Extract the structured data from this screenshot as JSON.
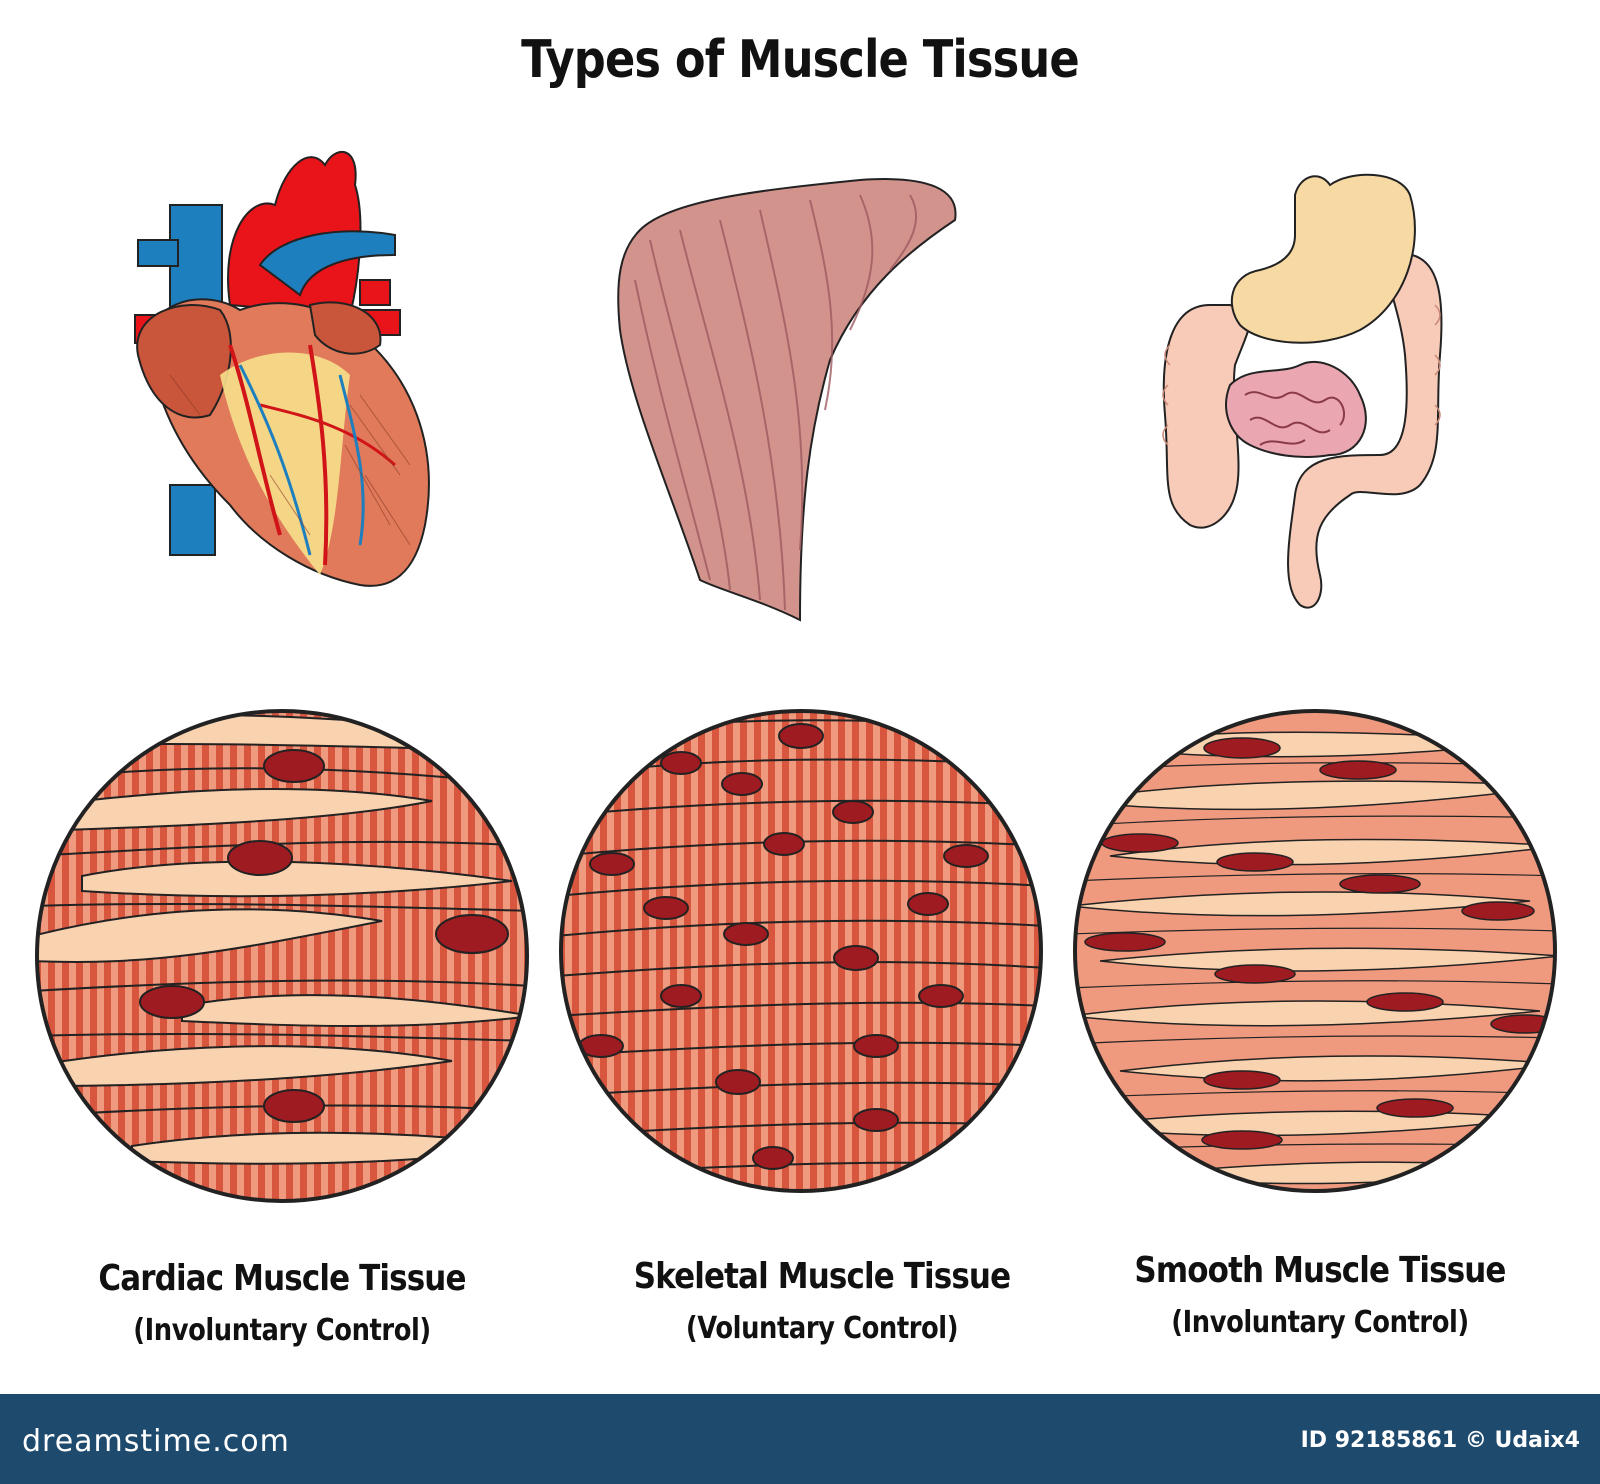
{
  "title": "Types of Muscle Tissue",
  "panels": [
    {
      "name": "Cardiac Muscle Tissue",
      "control": "(Involuntary Control)",
      "organ": "heart"
    },
    {
      "name": "Skeletal Muscle Tissue",
      "control": "(Voluntary Control)",
      "organ": "skeletal-muscle"
    },
    {
      "name": "Smooth Muscle Tissue",
      "control": "(Involuntary Control)",
      "organ": "digestive-tract"
    }
  ],
  "footer": {
    "logo": "dreamstime.com",
    "credit": "ID 92185861 © Udaix4"
  },
  "colors": {
    "tissue": "#ef9a7e",
    "stripe": "#d8553e",
    "cell_light": "#f9d3b0",
    "nucleus": "#9e1b21",
    "footer": "#1e4a6e"
  }
}
